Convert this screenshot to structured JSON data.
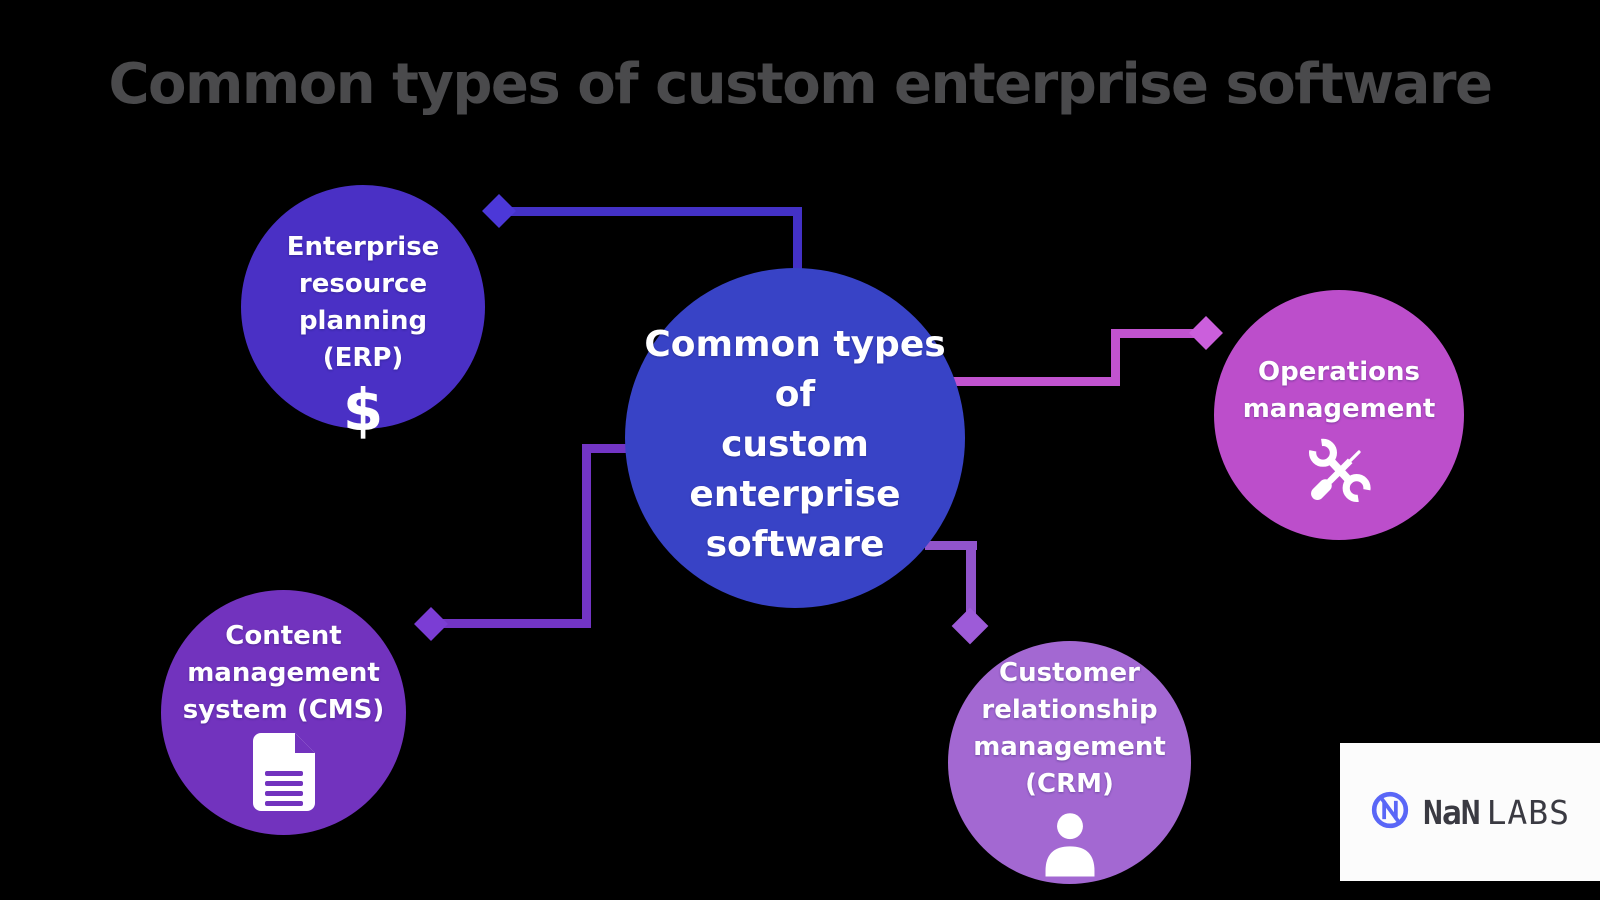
{
  "title": "Common types of custom enterprise software",
  "colors": {
    "background": "#000000",
    "title_text": "#4A4A4C",
    "center_circle": "#3843C6",
    "erp_circle": "#4A30C5",
    "operations_circle": "#BC4ECB",
    "cms_circle": "#7233BE",
    "crm_circle": "#A368D2",
    "erp_connector": "#4331C6",
    "operations_connector": "#C153CF",
    "cms_connector": "#7335C5",
    "crm_connector": "#9154CB",
    "logo_accent": "#5A67F7",
    "logo_text": "#3A3A42"
  },
  "center_node": {
    "lines": [
      "Common types of",
      "custom enterprise",
      "software"
    ]
  },
  "nodes": {
    "erp": {
      "lines": [
        "Enterprise",
        "resource planning",
        "(ERP)"
      ],
      "icon": "dollar-icon",
      "dollar_glyph": "$"
    },
    "operations": {
      "lines": [
        "Operations",
        "management"
      ],
      "icon": "tools-icon"
    },
    "cms": {
      "lines": [
        "Content",
        "management",
        "system (CMS)"
      ],
      "icon": "document-icon"
    },
    "crm": {
      "lines": [
        "Customer",
        "relationship",
        "management",
        "(CRM)"
      ],
      "icon": "person-icon"
    }
  },
  "logo": {
    "name_bold": "NaN",
    "name_light": "LABS"
  }
}
